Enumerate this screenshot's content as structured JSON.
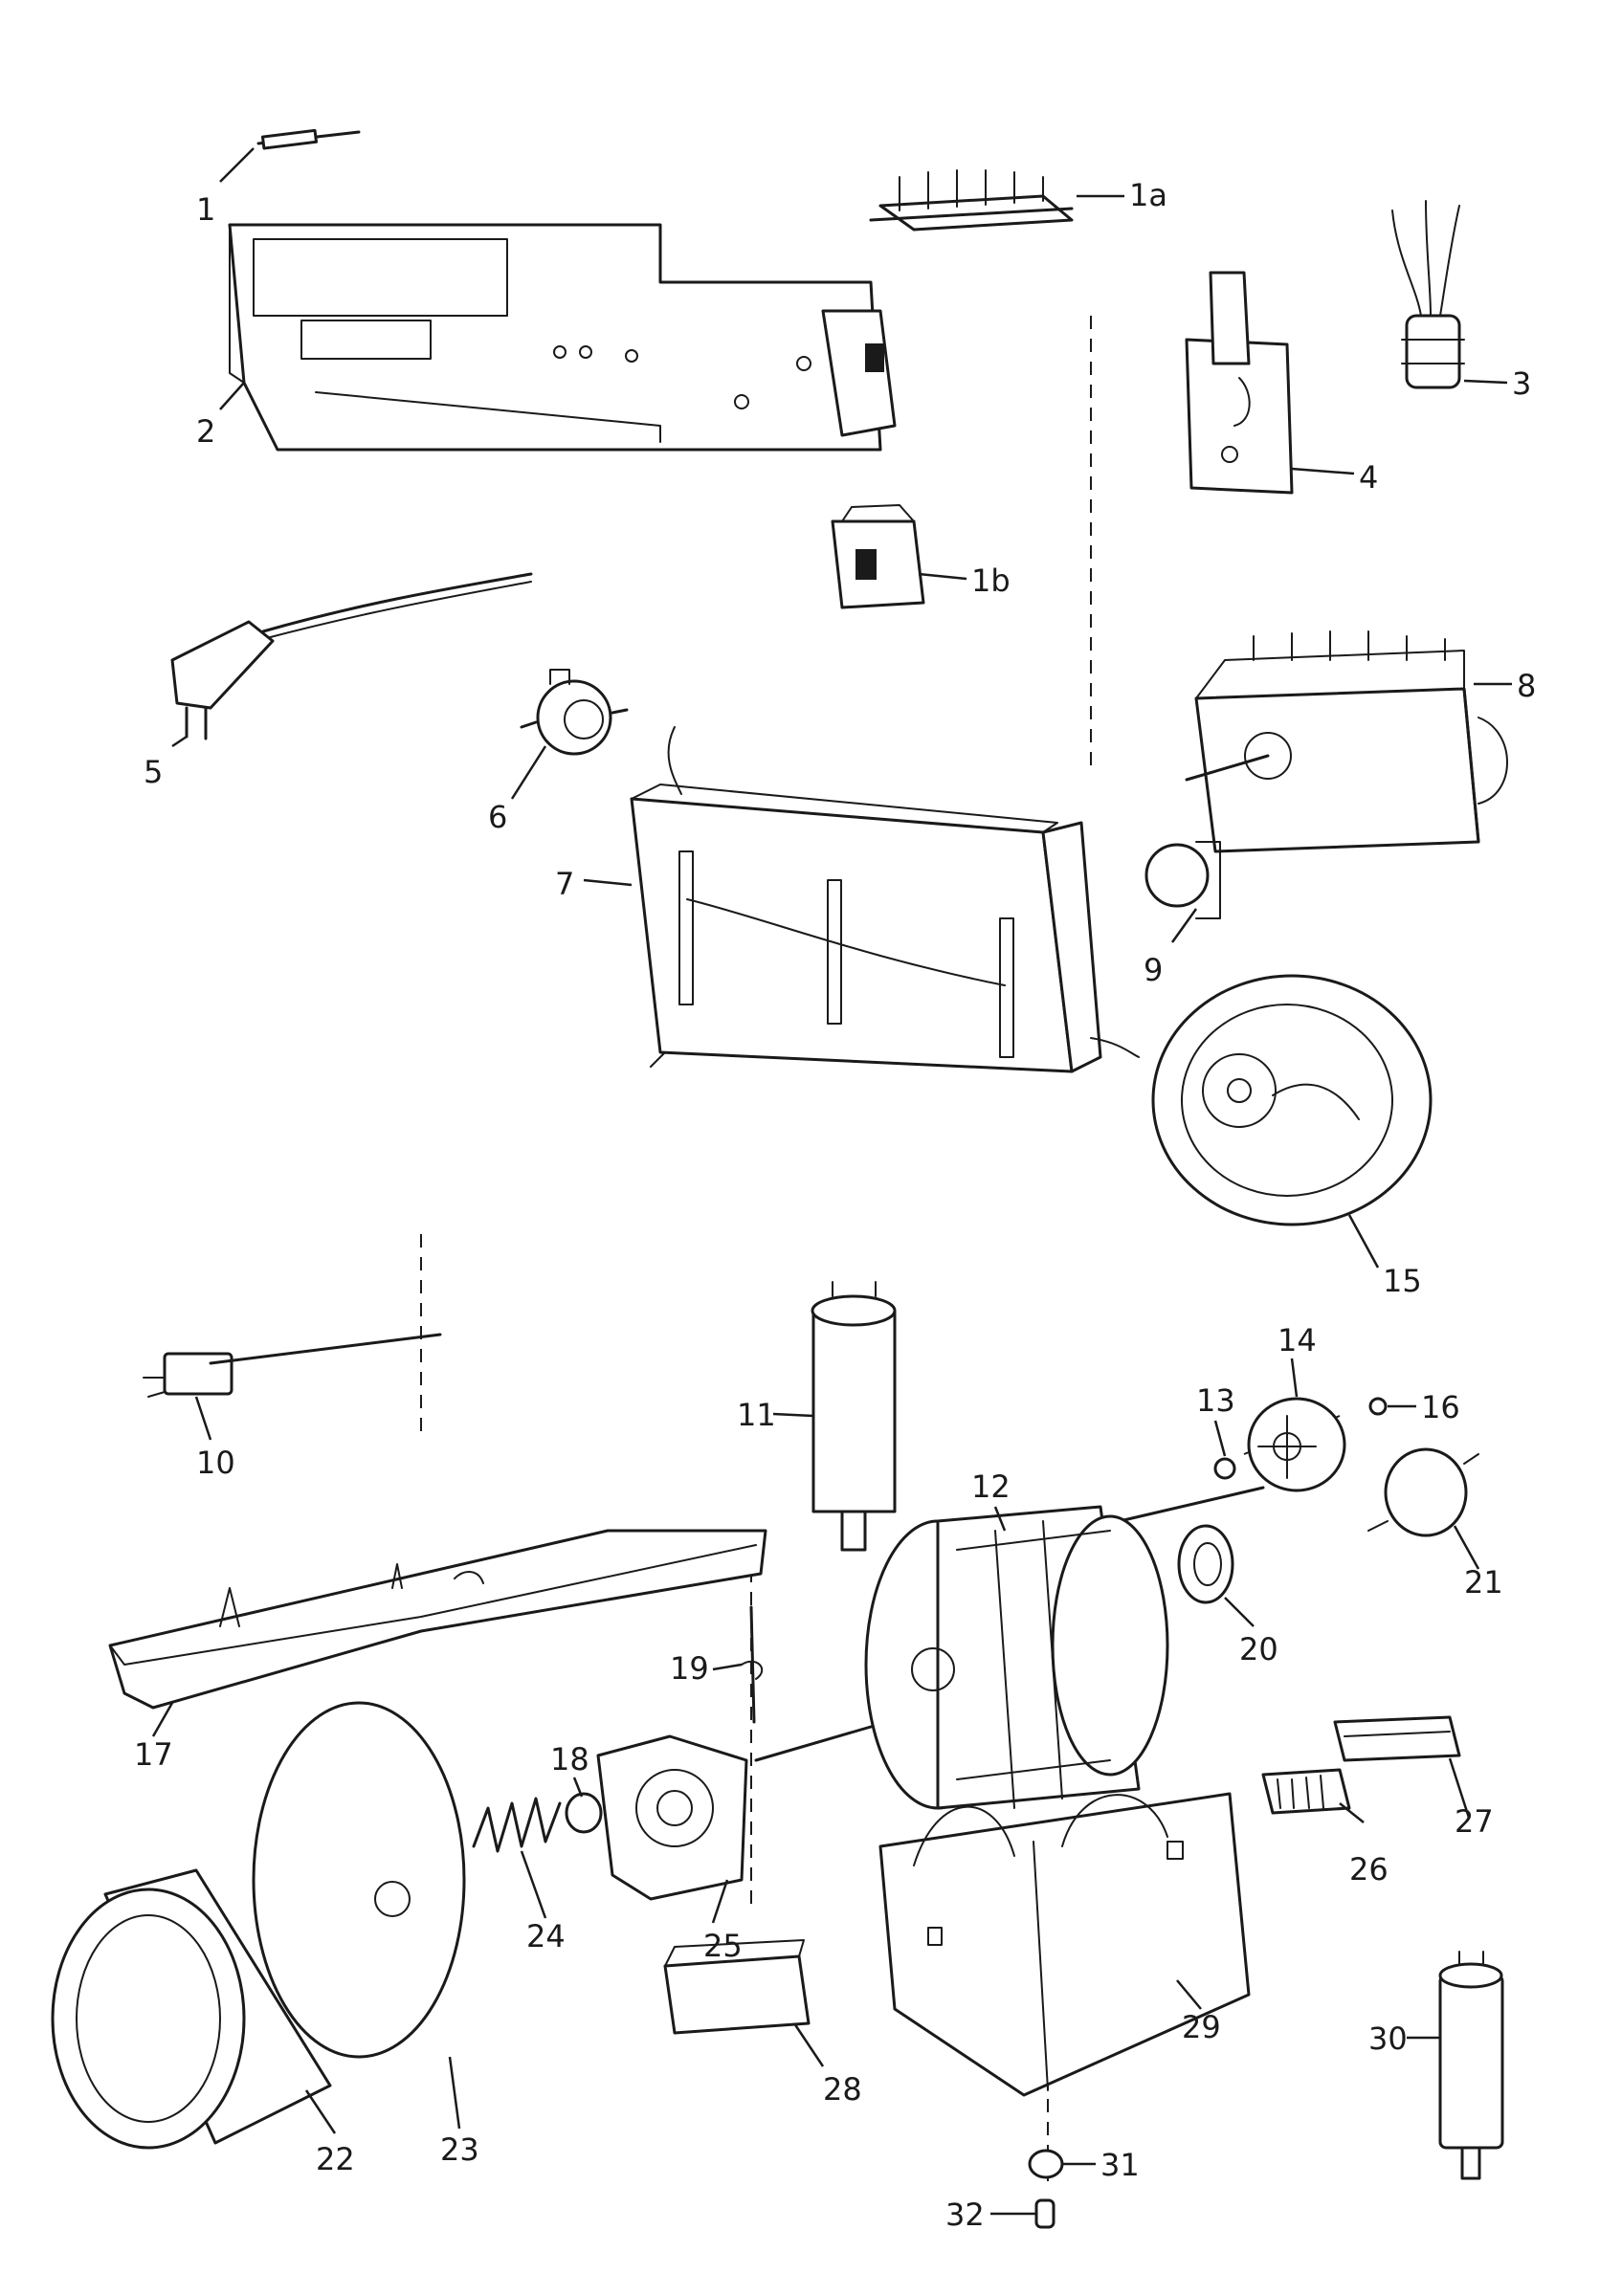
{
  "labels": {
    "p1": "1",
    "p1a": "1a",
    "p1b": "1b",
    "p2": "2",
    "p3": "3",
    "p4": "4",
    "p5": "5",
    "p6": "6",
    "p7": "7",
    "p8": "8",
    "p9": "9",
    "p10": "10",
    "p11": "11",
    "p12": "12",
    "p13": "13",
    "p14": "14",
    "p15": "15",
    "p16": "16",
    "p17": "17",
    "p18": "18",
    "p19": "19",
    "p20": "20",
    "p21": "21",
    "p22": "22",
    "p23": "23",
    "p24": "24",
    "p25": "25",
    "p26": "26",
    "p27": "27",
    "p28": "28",
    "p29": "29",
    "p30": "30",
    "p31": "31",
    "p32": "32"
  }
}
